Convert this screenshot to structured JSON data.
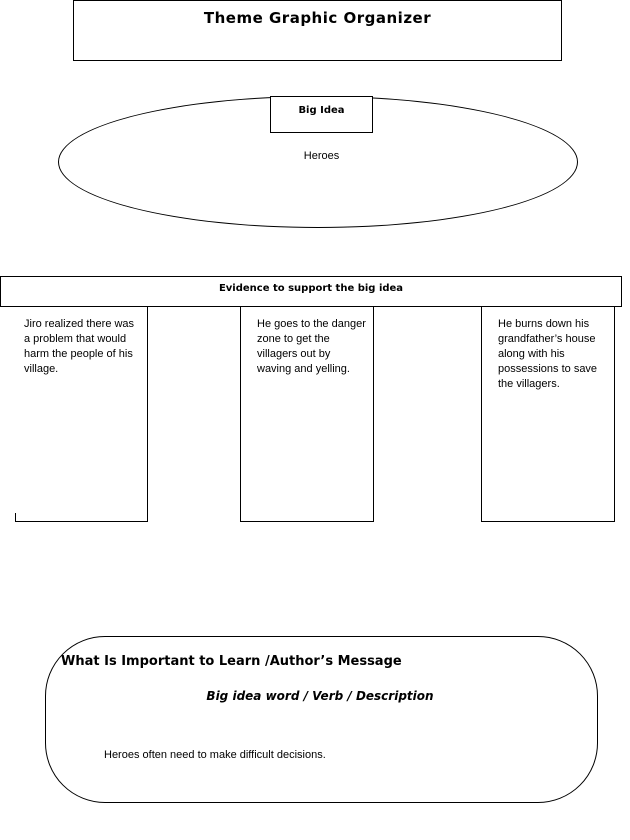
{
  "header": {
    "title": "Theme  Graphic  Organizer"
  },
  "big_idea": {
    "label": "Big Idea",
    "value": "Heroes"
  },
  "evidence": {
    "title": "Evidence to support the big idea",
    "items": [
      "Jiro realized there was a problem that would harm the people of his village.",
      "He goes to the danger zone to get the villagers out by waving and yelling.",
      "He burns down his grandfather’s house along with his possessions to save the villagers."
    ]
  },
  "message": {
    "title": "What Is Important to Learn /Author’s Message",
    "subtitle": "Big idea word / Verb / Description",
    "text": "Heroes often need to make difficult decisions."
  }
}
